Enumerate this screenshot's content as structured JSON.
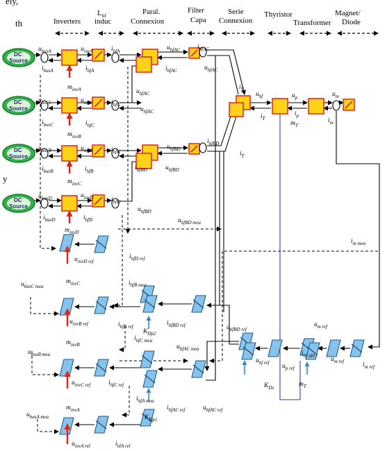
{
  "fragments": {
    "top": "ely,",
    "mid": "th",
    "left": "y"
  },
  "headers": [
    {
      "id": "inverters",
      "lines": [
        "Inverters"
      ]
    },
    {
      "id": "lhf",
      "lines": [
        "L",
        "induc"
      ],
      "sub": "hf"
    },
    {
      "id": "paral",
      "lines": [
        "Paral.",
        "Connexion"
      ]
    },
    {
      "id": "filter",
      "lines": [
        "Filter",
        "Capa"
      ]
    },
    {
      "id": "serie",
      "lines": [
        "Serie",
        "Connexion"
      ]
    },
    {
      "id": "thyristor",
      "lines": [
        "Thyristor"
      ]
    },
    {
      "id": "transformer",
      "lines": [
        "Transformer"
      ]
    },
    {
      "id": "magnet",
      "lines": [
        "Magnet/",
        "Diode"
      ]
    }
  ],
  "sources": [
    {
      "id": "a",
      "line1": "DC",
      "line2": "Source"
    },
    {
      "id": "c",
      "line1": "DC",
      "line2": "Source"
    },
    {
      "id": "b",
      "line1": "DC",
      "line2": "Source"
    },
    {
      "id": "d",
      "line1": "DC",
      "line2": "Source"
    }
  ],
  "labels": [
    "u_{busA}",
    "i_{busA}",
    "u_{invA}",
    "i_{hfA}",
    "i_{hfA}",
    "u_{hfAC}",
    "i_{hfAC}",
    "u_{hfAC}",
    "m_{invA}",
    "i_{hfAC}",
    "u_{hfAC}",
    "u_{busC}",
    "i_{busC}",
    "u_{invC}",
    "i_{hfC}",
    "i_{hfC}",
    "u_{hfAC}",
    "m_{invB}",
    "u_{busB}",
    "i_{busB}",
    "u_{invB}",
    "i_{hfB}",
    "i_{hfB}",
    "u_{hfBD}",
    "i_{hfBD}",
    "u_{hfBD}",
    "i_{hfBD}",
    "m_{invC}",
    "u_{busD}",
    "i_{busD}",
    "u_{invD}",
    "i_{hfD}",
    "i_{hfD}",
    "u_{hfBD}",
    "m_{invD}",
    "i_{T}",
    "i_{T}",
    "u_{hf}",
    "i_{T}",
    "u_{p}",
    "i_{p}",
    "m_{T}",
    "u_{m}",
    "i_{m}",
    "u_{hfBD_mea}",
    "i_{m_mea}",
    "u_{invD_ref}",
    "i_{hfD_ref}",
    "u_{busC_mea}",
    "m_{invC}",
    "i_{hfB_mea}",
    "u_{invB_ref}",
    "i_{hfB_ref}",
    "i_{hfBD_ref}",
    "K_{Dp2}",
    "u_{hfBD_ref}",
    "u_{m_ref}",
    "i_{hfC_mea}",
    "u_{hfAC_mea}",
    "m_{invB}",
    "u_{busB_mea}",
    "u_{hf_ref}",
    "u_{p_ref}",
    "i_{hf_id0}",
    "u_{m_ref}",
    "i_{m_ref}",
    "m_{T}",
    "K_{Ds}",
    "u_{invC_ref}",
    "i_{hfC_ref}",
    "i_{hfA_mea}",
    "K_{Dp1}",
    "i_{hfAC_ref}",
    "u_{hfAC_ref}",
    "m_{invA}",
    "u_{busA_mea}",
    "u_{invA_ref}",
    "i_{hfA_ref}"
  ],
  "colors": {
    "block_fill": "#ffd21a",
    "block_stroke": "#e8201a",
    "diag": "#e8201a",
    "ctrl_fill": "#86c4ee",
    "ctrl_stroke": "#1f5b8a",
    "source_fill": "#2fb24a",
    "source_stroke": "#1a7a2c",
    "modulation_arrow": "#e8201a",
    "gain_arrow": "#2a8ad4",
    "feedback_line": "#3b3bb0"
  }
}
